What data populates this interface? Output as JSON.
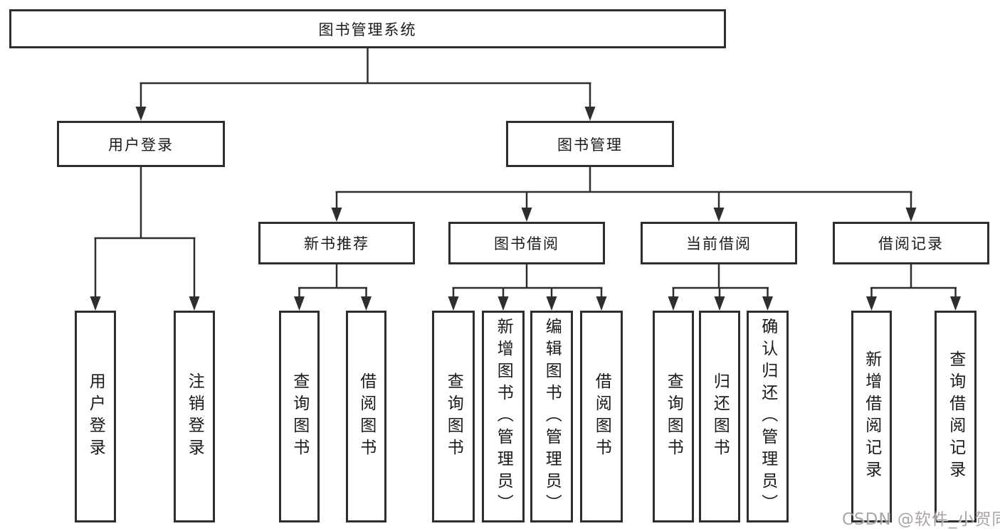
{
  "diagram": {
    "title": "图书管理系统",
    "root": {
      "label": "图书管理系统"
    },
    "branches": [
      {
        "label": "用户登录",
        "children": [
          {
            "label": "用户登录"
          },
          {
            "label": "注销登录"
          }
        ]
      },
      {
        "label": "图书管理",
        "children": [
          {
            "label": "新书推荐",
            "children": [
              {
                "label": "查询图书"
              },
              {
                "label": "借阅图书"
              }
            ]
          },
          {
            "label": "图书借阅",
            "children": [
              {
                "label": "查询图书"
              },
              {
                "label": "新增图书（管理员）"
              },
              {
                "label": "编辑图书（管理员）"
              },
              {
                "label": "借阅图书"
              }
            ]
          },
          {
            "label": "当前借阅",
            "children": [
              {
                "label": "查询图书"
              },
              {
                "label": "归还图书"
              },
              {
                "label": "确认归还（管理员）"
              }
            ]
          },
          {
            "label": "借阅记录",
            "children": [
              {
                "label": "新增借阅记录"
              },
              {
                "label": "查询借阅记录"
              }
            ]
          }
        ]
      }
    ]
  },
  "watermark": {
    "text": "CSDN @软件_小贺同学",
    "color": "#9d9695"
  },
  "colors": {
    "background": "#ffffff",
    "line": "#2e2e2e",
    "box_border": "#2e2e2e",
    "text": "#1a1a1a"
  }
}
